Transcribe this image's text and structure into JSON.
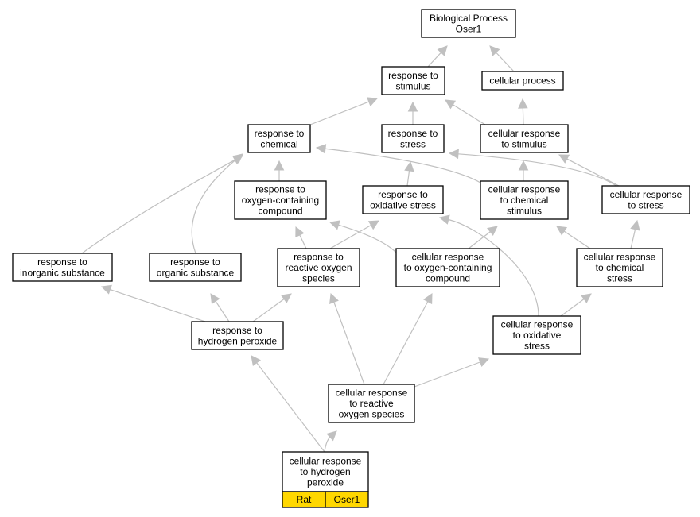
{
  "colors": {
    "edge": "#c0c0c0",
    "node_border": "#000000",
    "node_fill": "#ffffff",
    "tag_fill": "#ffd700"
  },
  "nodes": {
    "root": {
      "lines": [
        "Biological Process",
        "Oser1"
      ]
    },
    "response_to_stimulus": {
      "lines": [
        "response to",
        "stimulus"
      ]
    },
    "cellular_process": {
      "lines": [
        "cellular process"
      ]
    },
    "response_to_chemical": {
      "lines": [
        "response to",
        "chemical"
      ]
    },
    "response_to_stress": {
      "lines": [
        "response to",
        "stress"
      ]
    },
    "cellular_response_to_stimulus": {
      "lines": [
        "cellular response",
        "to stimulus"
      ]
    },
    "response_to_oxygen_containing_compound": {
      "lines": [
        "response to",
        "oxygen-containing",
        "compound"
      ]
    },
    "response_to_oxidative_stress": {
      "lines": [
        "response to",
        "oxidative stress"
      ]
    },
    "cellular_response_to_chemical_stimulus": {
      "lines": [
        "cellular response",
        "to chemical",
        "stimulus"
      ]
    },
    "cellular_response_to_stress": {
      "lines": [
        "cellular response",
        "to stress"
      ]
    },
    "response_to_inorganic_substance": {
      "lines": [
        "response to",
        "inorganic substance"
      ]
    },
    "response_to_organic_substance": {
      "lines": [
        "response to",
        "organic substance"
      ]
    },
    "response_to_reactive_oxygen_species": {
      "lines": [
        "response to",
        "reactive oxygen",
        "species"
      ]
    },
    "cellular_response_to_oxygen_containing_compound": {
      "lines": [
        "cellular response",
        "to oxygen-containing",
        "compound"
      ]
    },
    "cellular_response_to_chemical_stress": {
      "lines": [
        "cellular response",
        "to chemical",
        "stress"
      ]
    },
    "response_to_hydrogen_peroxide": {
      "lines": [
        "response to",
        "hydrogen peroxide"
      ]
    },
    "cellular_response_to_oxidative_stress": {
      "lines": [
        "cellular response",
        "to oxidative",
        "stress"
      ]
    },
    "cellular_response_to_reactive_oxygen_species": {
      "lines": [
        "cellular response",
        "to reactive",
        "oxygen species"
      ]
    },
    "cellular_response_to_hydrogen_peroxide": {
      "lines": [
        "cellular response",
        "to hydrogen",
        "peroxide"
      ]
    }
  },
  "annotation": {
    "species_label": "Rat",
    "gene_label": "Oser1"
  },
  "edges": [
    [
      "response_to_stimulus",
      "root"
    ],
    [
      "cellular_process",
      "root"
    ],
    [
      "response_to_chemical",
      "response_to_stimulus"
    ],
    [
      "response_to_stress",
      "response_to_stimulus"
    ],
    [
      "cellular_response_to_stimulus",
      "response_to_stimulus"
    ],
    [
      "cellular_response_to_stimulus",
      "cellular_process"
    ],
    [
      "response_to_oxygen_containing_compound",
      "response_to_chemical"
    ],
    [
      "response_to_oxidative_stress",
      "response_to_stress"
    ],
    [
      "cellular_response_to_chemical_stimulus",
      "response_to_chemical"
    ],
    [
      "cellular_response_to_chemical_stimulus",
      "cellular_response_to_stimulus"
    ],
    [
      "cellular_response_to_stress",
      "response_to_stress"
    ],
    [
      "cellular_response_to_stress",
      "cellular_response_to_stimulus"
    ],
    [
      "response_to_inorganic_substance",
      "response_to_chemical"
    ],
    [
      "response_to_organic_substance",
      "response_to_chemical"
    ],
    [
      "response_to_reactive_oxygen_species",
      "response_to_oxygen_containing_compound"
    ],
    [
      "response_to_reactive_oxygen_species",
      "response_to_oxidative_stress"
    ],
    [
      "cellular_response_to_oxygen_containing_compound",
      "response_to_oxygen_containing_compound"
    ],
    [
      "cellular_response_to_oxygen_containing_compound",
      "cellular_response_to_chemical_stimulus"
    ],
    [
      "cellular_response_to_chemical_stress",
      "cellular_response_to_chemical_stimulus"
    ],
    [
      "cellular_response_to_chemical_stress",
      "cellular_response_to_stress"
    ],
    [
      "response_to_hydrogen_peroxide",
      "response_to_inorganic_substance"
    ],
    [
      "response_to_hydrogen_peroxide",
      "response_to_organic_substance"
    ],
    [
      "response_to_hydrogen_peroxide",
      "response_to_reactive_oxygen_species"
    ],
    [
      "cellular_response_to_oxidative_stress",
      "response_to_oxidative_stress"
    ],
    [
      "cellular_response_to_oxidative_stress",
      "cellular_response_to_chemical_stress"
    ],
    [
      "cellular_response_to_reactive_oxygen_species",
      "response_to_reactive_oxygen_species"
    ],
    [
      "cellular_response_to_reactive_oxygen_species",
      "cellular_response_to_oxygen_containing_compound"
    ],
    [
      "cellular_response_to_reactive_oxygen_species",
      "cellular_response_to_oxidative_stress"
    ],
    [
      "cellular_response_to_hydrogen_peroxide",
      "response_to_hydrogen_peroxide"
    ],
    [
      "cellular_response_to_hydrogen_peroxide",
      "cellular_response_to_reactive_oxygen_species"
    ]
  ]
}
